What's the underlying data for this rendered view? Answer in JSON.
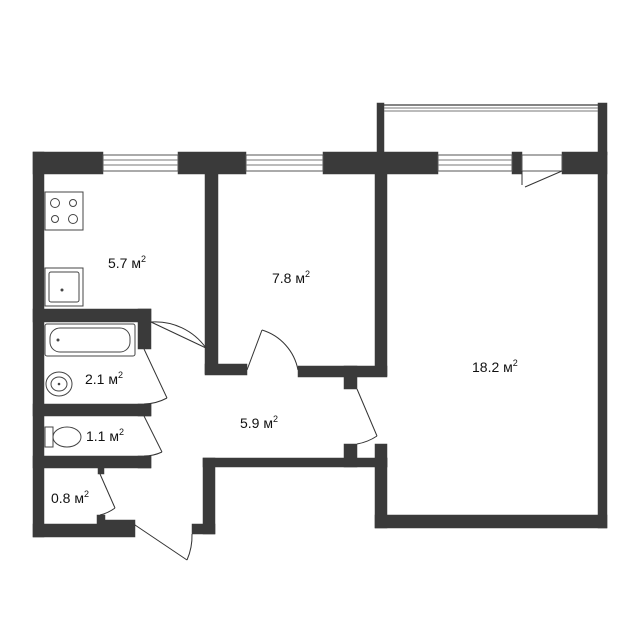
{
  "rooms": [
    {
      "id": "kitchen",
      "area": "5.7",
      "unit": "м"
    },
    {
      "id": "bedroom",
      "area": "7.8",
      "unit": "м"
    },
    {
      "id": "living-room",
      "area": "18.2",
      "unit": "м"
    },
    {
      "id": "bathroom",
      "area": "2.1",
      "unit": "м"
    },
    {
      "id": "toilet",
      "area": "1.1",
      "unit": "м"
    },
    {
      "id": "hallway",
      "area": "5.9",
      "unit": "м"
    },
    {
      "id": "closet",
      "area": "0.8",
      "unit": "м"
    }
  ],
  "unit_superscript": "2"
}
